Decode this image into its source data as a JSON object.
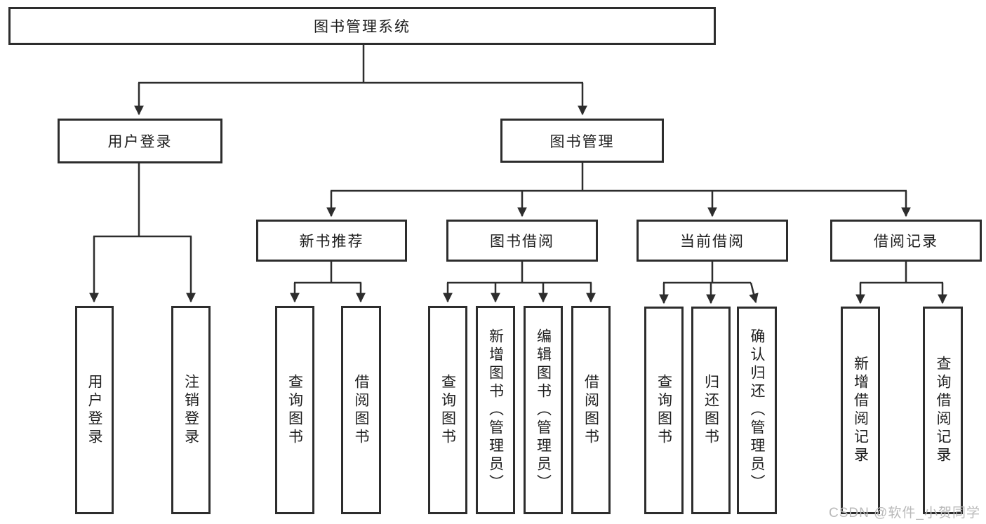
{
  "diagram": {
    "title": "图书管理系统",
    "root": {
      "label": "图书管理系统"
    },
    "level2": [
      {
        "label": "用户登录"
      },
      {
        "label": "图书管理"
      }
    ],
    "level3": [
      {
        "label": "新书推荐"
      },
      {
        "label": "图书借阅"
      },
      {
        "label": "当前借阅"
      },
      {
        "label": "借阅记录"
      }
    ],
    "leaves": {
      "user_login": [
        "用户登录",
        "注销登录"
      ],
      "new_book": [
        "查询图书",
        "借阅图书"
      ],
      "book_borrow": [
        "查询图书",
        "新增图书（管理员）",
        "编辑图书（管理员）",
        "借阅图书"
      ],
      "current_borrow": [
        "查询图书",
        "归还图书",
        "确认归还（管理员）"
      ],
      "borrow_record": [
        "新增借阅记录",
        "查询借阅记录"
      ]
    }
  },
  "watermark": "CSDN @软件_小贺同学",
  "colors": {
    "line": "#2d2d2d",
    "text": "#1e1e1e",
    "watermark": "#b9b9b9",
    "background": "#ffffff"
  }
}
